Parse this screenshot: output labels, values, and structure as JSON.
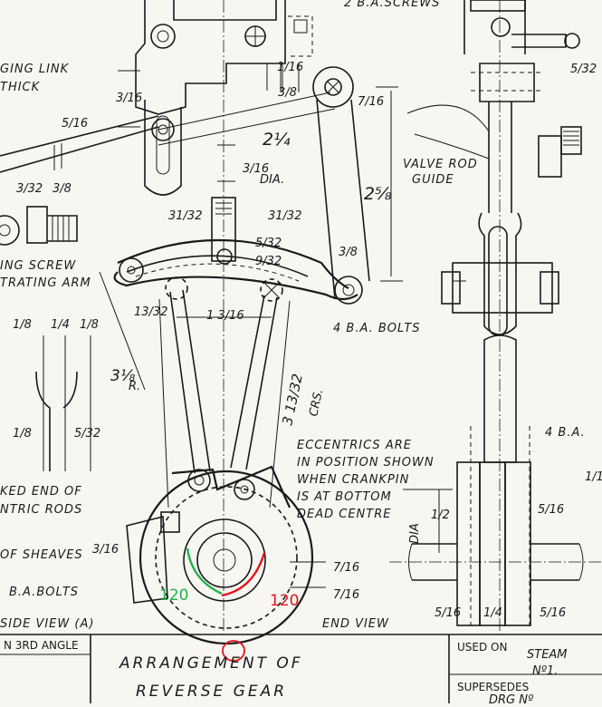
{
  "labels": {
    "ba_screws": "2 B.A.SCREWS",
    "link_thick_1": "GING LINK",
    "link_thick_2": "THICK",
    "valve_rod_1": "VALVE ROD",
    "valve_rod_2": "GUIDE",
    "dia_3_16": "DIA.",
    "screw_1": "ING SCREW",
    "screw_2": "TRATING ARM",
    "bolts_4ba_mid": "4 B.A. BOLTS",
    "crs": "CRS.",
    "radius": "R.",
    "eccentrics_1": "ECCENTRICS ARE",
    "eccentrics_2": "IN POSITION SHOWN",
    "eccentrics_3": "WHEN CRANKPIN",
    "eccentrics_4": "IS AT BOTTOM",
    "eccentrics_5": "DEAD CENTRE",
    "forked_1": "KED END OF",
    "forked_2": "NTRIC RODS",
    "sheaves": "OF SHEAVES",
    "bolts_4ba_left": "B.A.BOLTS",
    "side_view": "SIDE VIEW (A)",
    "end_view": "END VIEW",
    "bolts_4ba_right": "4 B.A.",
    "dia_half": "DIA",
    "angle_green": "120",
    "angle_red": "120"
  },
  "dims": {
    "d_1_16": "1/16",
    "d_3_8": "3/8",
    "d_3_16": "3/16",
    "d_7_16": "7/16",
    "d_2_1_4": "2¼",
    "d_5_16": "5/16",
    "d_5_32": "5/32",
    "d_2_5_8": "2⅝",
    "d_3_32": "3/32",
    "d_31_32": "31/32",
    "d_13_32": "13/32",
    "d_1_3_16": "1 3/16",
    "d_1_8": "1/8",
    "d_1_4": "1/4",
    "d_3_1_8": "3⅛",
    "d_3_13_32": "3 13/32",
    "d_5_32b": "5/32",
    "d_9_32": "9/32",
    "d_1_2": "1/2",
    "d_5_16b": "5/16"
  },
  "title_block": {
    "angle": "N 3RD ANGLE",
    "title_1": "ARRANGEMENT OF",
    "title_2": "REVERSE GEAR",
    "used_on": "USED ON",
    "used_on_val": "STEAM",
    "used_on_no": "Nº1.",
    "supersedes": "SUPERSEDES",
    "drg": "DRG Nº"
  },
  "colors": {
    "paper": "#f7f6f1",
    "ink": "#1a1a1a",
    "green": "#22b14c",
    "red": "#e8141c"
  }
}
